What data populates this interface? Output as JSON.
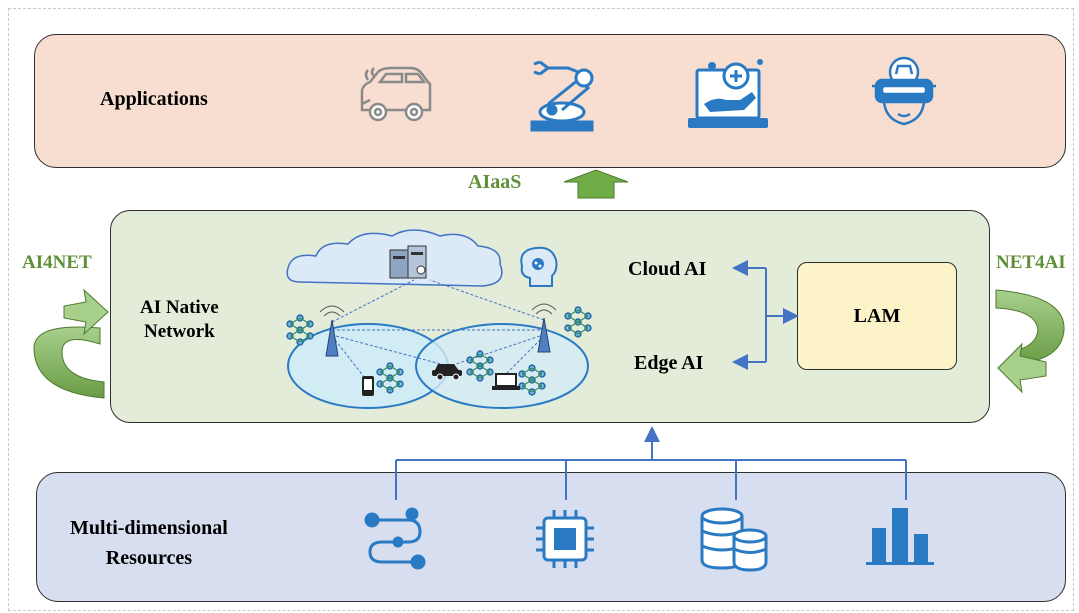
{
  "layers": {
    "applications": {
      "label": "Applications",
      "icons": [
        "car-icon",
        "robot-arm-icon",
        "telemedicine-laptop-icon",
        "vr-headset-icon"
      ]
    },
    "ai_native": {
      "label_line1": "AI Native",
      "label_line2": "Network"
    },
    "resources": {
      "label_line1": "Multi-dimensional",
      "label_line2": "Resources",
      "icons": [
        "pipeline-icon",
        "chip-icon",
        "database-icon",
        "bar-chart-icon"
      ]
    }
  },
  "arrows": {
    "aiaas": "AIaaS",
    "ai4net": "AI4NET",
    "net4ai": "NET4AI"
  },
  "ai_modes": {
    "cloud": "Cloud AI",
    "edge": "Edge AI"
  },
  "lam": "LAM",
  "colors": {
    "applications_bg": "#f8ddd1",
    "native_bg": "#e3ecd9",
    "resources_bg": "#d6deef",
    "lam_bg": "#fdf3c9",
    "accent_green": "#5f8f36",
    "icon_blue": "#2a7ac3",
    "connector_blue": "#4472c4"
  }
}
